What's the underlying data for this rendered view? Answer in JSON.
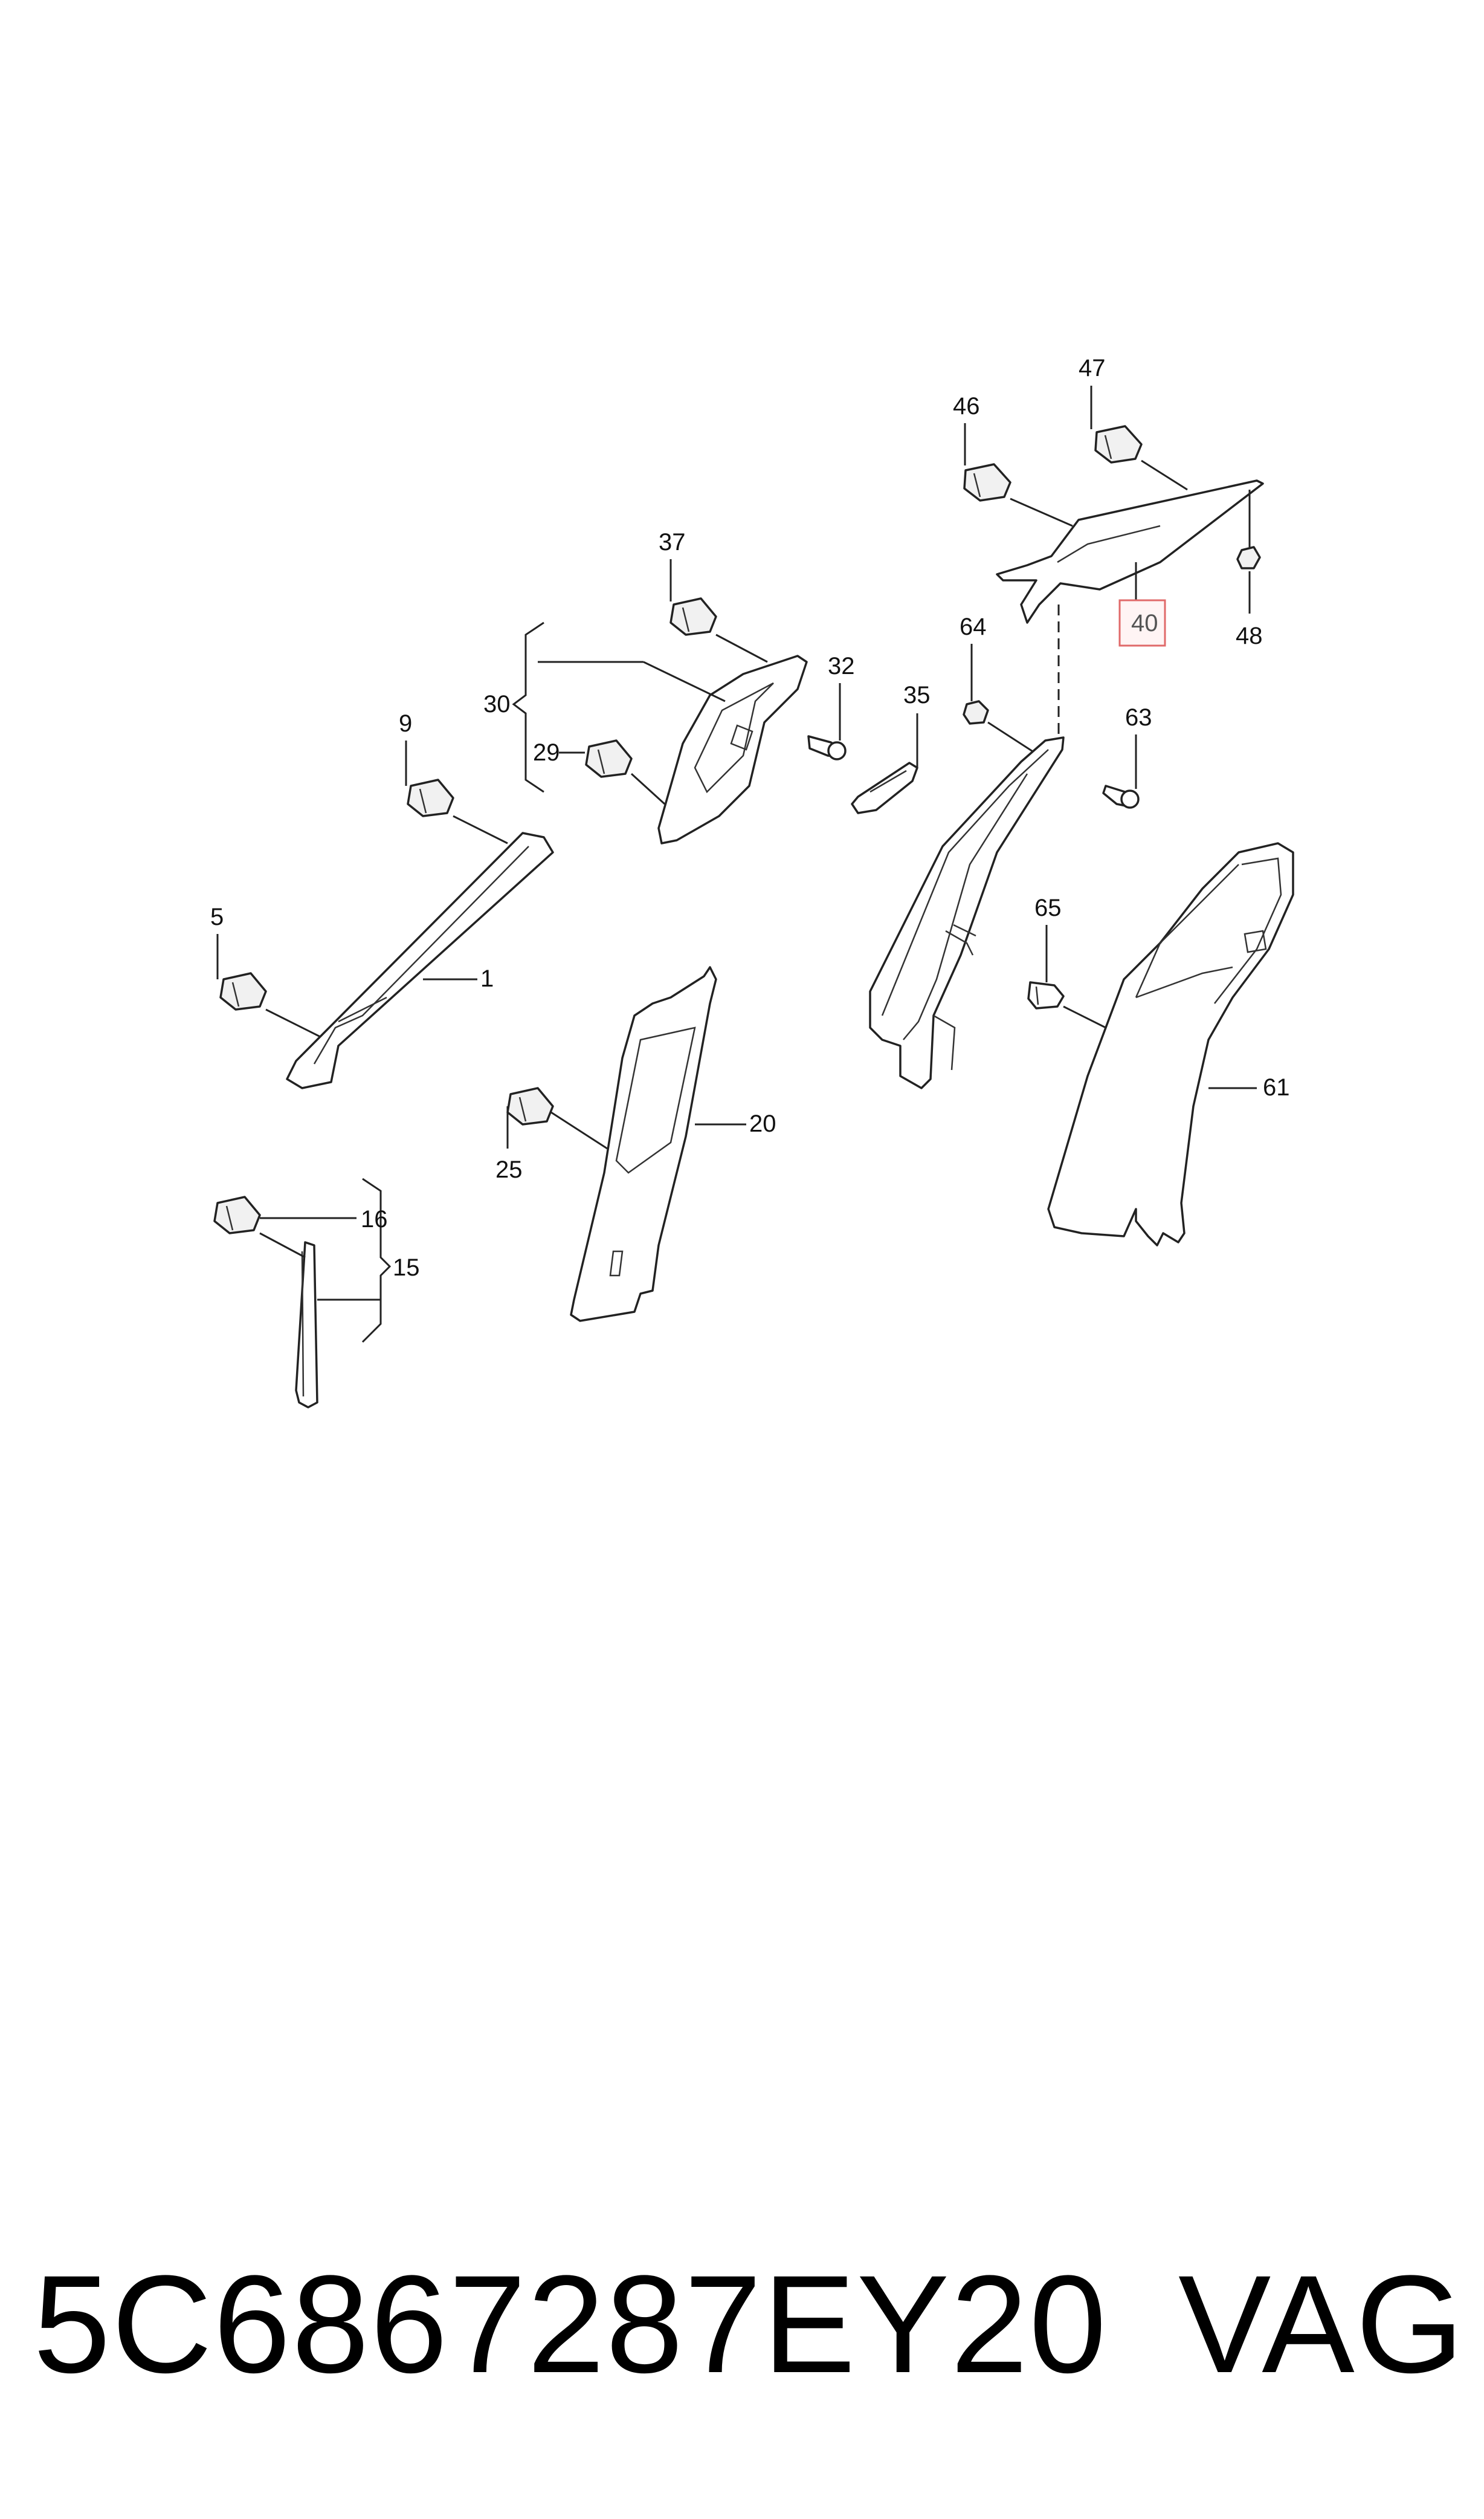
{
  "callouts": {
    "c1": "1",
    "c5": "5",
    "c9": "9",
    "c15": "15",
    "c16": "16",
    "c20": "20",
    "c25": "25",
    "c29": "29",
    "c30": "30",
    "c32": "32",
    "c35": "35",
    "c37": "37",
    "c40": "40",
    "c46": "46",
    "c47": "47",
    "c48": "48",
    "c61": "61",
    "c63": "63",
    "c64": "64",
    "c65": "65"
  },
  "highlighted_callout": "40",
  "footer": {
    "part_number": "5C6867287EY20",
    "brand": "VAG"
  },
  "colors": {
    "highlight_border": "#e06a6a",
    "line": "#222222"
  }
}
